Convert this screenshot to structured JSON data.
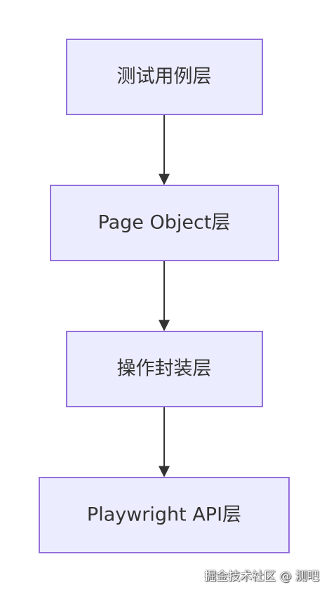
{
  "diagram": {
    "nodes": [
      {
        "id": "test-case-layer",
        "label": "测试用例层"
      },
      {
        "id": "page-object-layer",
        "label": "Page Object层"
      },
      {
        "id": "operation-wrapper-layer",
        "label": "操作封装层"
      },
      {
        "id": "playwright-api-layer",
        "label": "Playwright API层"
      }
    ],
    "edges": [
      {
        "from": "test-case-layer",
        "to": "page-object-layer"
      },
      {
        "from": "page-object-layer",
        "to": "operation-wrapper-layer"
      },
      {
        "from": "operation-wrapper-layer",
        "to": "playwright-api-layer"
      }
    ],
    "colors": {
      "node_fill": "#ECECFF",
      "node_border": "#9370DB",
      "edge": "#333333",
      "text": "#333333"
    }
  },
  "watermark": {
    "text": "掘金技术社区 @ 测吧"
  }
}
